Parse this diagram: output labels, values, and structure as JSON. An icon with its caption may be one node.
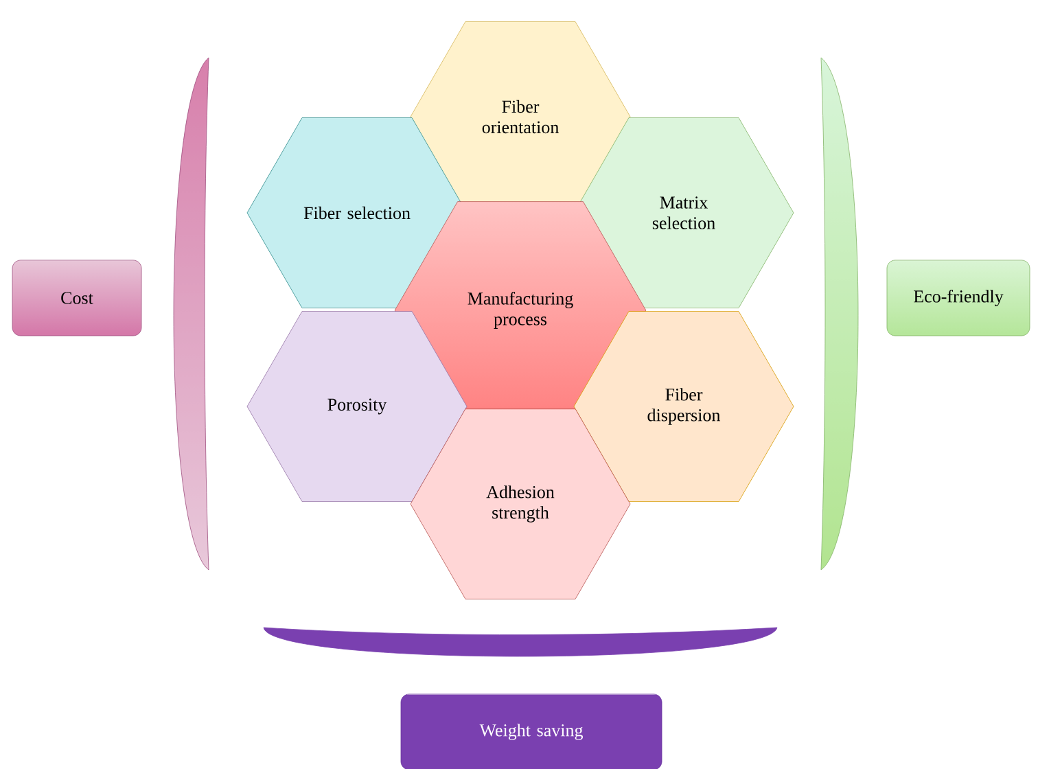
{
  "diagram": {
    "nodes": [
      {
        "text": [
          "Fiber orientation"
        ]
      },
      {
        "text": [
          "Fiber selection"
        ]
      },
      {
        "text": [
          "Matrix selection"
        ]
      },
      {
        "text": [
          "Manufacturing process"
        ]
      },
      {
        "text": [
          "Porosity"
        ]
      },
      {
        "text": [
          "Fiber dispersion"
        ]
      },
      {
        "text": [
          "Adhesion strength"
        ]
      },
      {
        "text": [
          "Cost"
        ]
      },
      {
        "text": [
          "Eco-friendly"
        ]
      },
      {
        "text": [
          "Weight saving"
        ]
      }
    ]
  }
}
